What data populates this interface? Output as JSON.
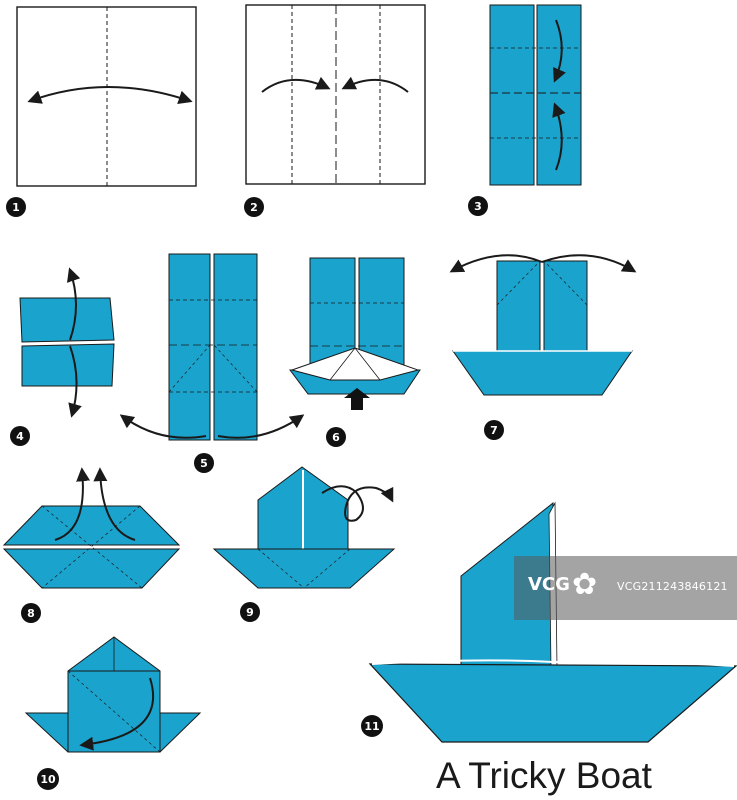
{
  "title": "A Tricky Boat",
  "step_numbers": [
    "1",
    "2",
    "3",
    "4",
    "5",
    "6",
    "7",
    "8",
    "9",
    "10",
    "11"
  ],
  "watermark": {
    "logo": "VCG",
    "glyph": "✿",
    "id": "VCG211243846121"
  },
  "colors": {
    "paper": "#1aa3cc",
    "paper_dark": "#1590b6",
    "line": "#1a1a1a",
    "badge": "#111111"
  }
}
